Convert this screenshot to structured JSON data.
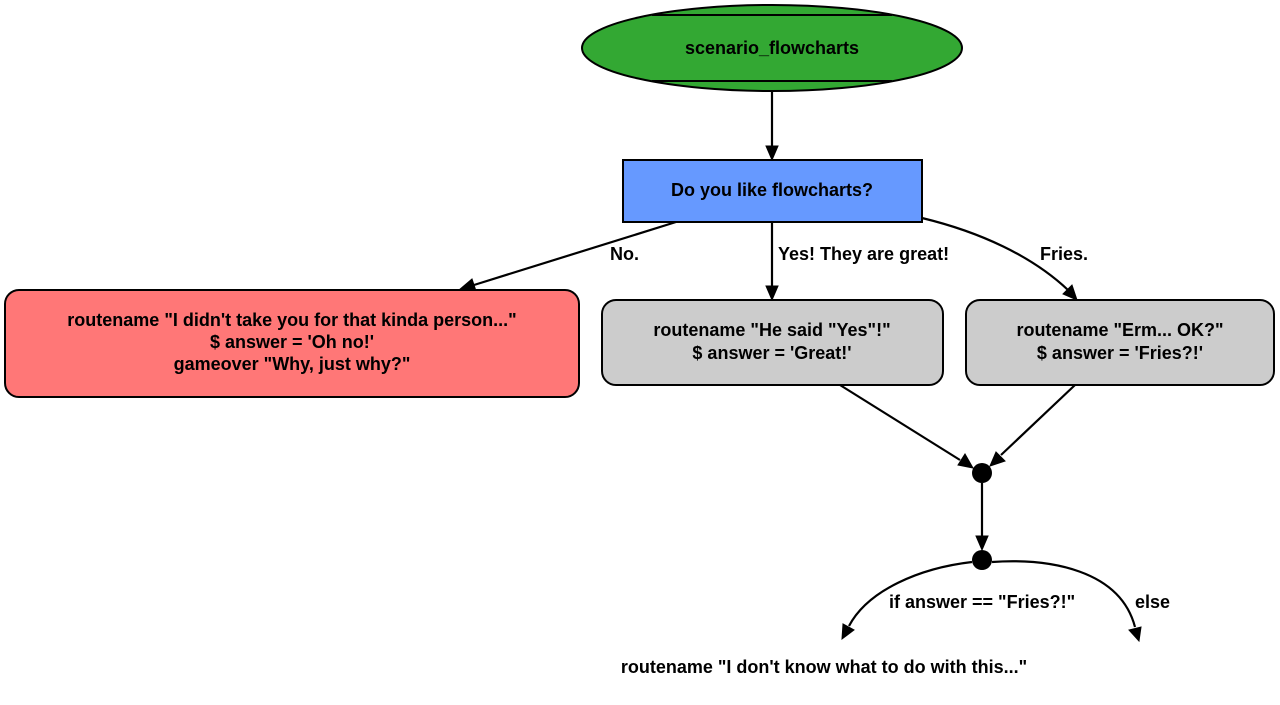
{
  "colors": {
    "start": "#33a833",
    "question": "#6699ff",
    "gameover": "#ff7777",
    "route": "#cccccc",
    "line": "#000000",
    "background": "#ffffff"
  },
  "nodes": {
    "start": {
      "label": "scenario_flowcharts"
    },
    "question": {
      "label": "Do you like flowcharts?"
    },
    "no_route": {
      "lines": [
        "routename \"I didn't take you for that kinda person...\"",
        "$ answer = 'Oh no!'",
        "gameover \"Why, just why?\""
      ]
    },
    "yes_route": {
      "lines": [
        "routename \"He said \"Yes\"!\"",
        "$ answer = 'Great!'"
      ]
    },
    "fries_route": {
      "lines": [
        "routename \"Erm... OK?\"",
        "$ answer = 'Fries?!'"
      ]
    },
    "final_route": {
      "label": "routename \"I don't know what to do with this...\""
    }
  },
  "edges": {
    "no": {
      "label": "No."
    },
    "yes": {
      "label": "Yes! They are great!"
    },
    "fries": {
      "label": "Fries."
    },
    "if": {
      "label": "if answer == \"Fries?!\""
    },
    "else": {
      "label": "else"
    }
  }
}
